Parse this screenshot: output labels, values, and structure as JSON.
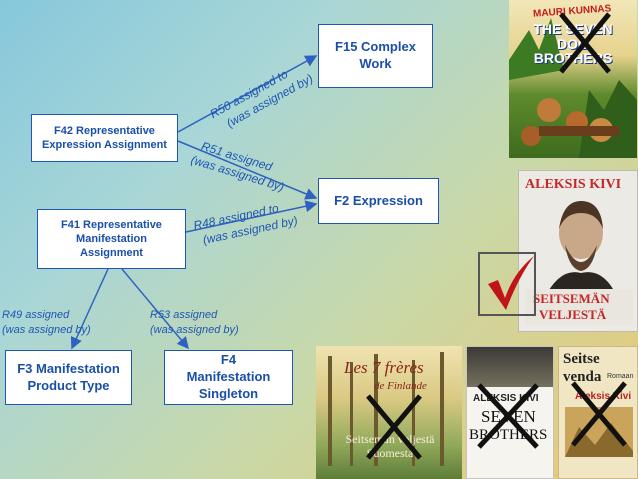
{
  "nodes": {
    "f15": "F15 Complex Work",
    "f42": "F42 Representative Expression Assignment",
    "f2": "F2 Expression",
    "f41": "F41 Representative Manifestation Assignment",
    "f3": "F3 Manifestation Product Type",
    "f4": "F4 Manifestation Singleton"
  },
  "relations": {
    "r50_line1": "R50 assigned to",
    "r50_line2": "(was assigned by)",
    "r51_line1": "R51 assigned",
    "r51_line2": "(was assigned by)",
    "r48_line1": "R48 assigned to",
    "r48_line2": "(was assigned by)",
    "r49_line1": "R49 assigned",
    "r49_line2": "(was assigned by)",
    "r53_line1": "R53 assigned",
    "r53_line2": "(was assigned by)"
  },
  "book_covers": {
    "seven_dog_brothers": {
      "author": "MAURI KUNNAS",
      "title": "THE SEVEN DOG BROTHERS",
      "marked": "cross"
    },
    "kivi_finnish": {
      "author": "ALEKSIS KIVI",
      "title_line1": "SEITSEMÄN",
      "title_line2": "VELJESTÄ",
      "marked": "check"
    },
    "les_freres": {
      "title_line1": "Les 7 frères",
      "title_line2": "de Finlande",
      "subtitle": "Seitsemän veljestä Suomesta",
      "marked": "cross"
    },
    "kivi_english": {
      "author": "ALEKSIS KIVI",
      "title_line1": "SEVEN",
      "title_line2": "BROTHERS",
      "marked": "cross"
    },
    "seitse_venda": {
      "title_line1": "Seitse",
      "title_line2": "venda",
      "note": "Romaan",
      "author": "Aleksis Kivi",
      "marked": "cross"
    }
  },
  "colors": {
    "box_text": "#1a4fa8",
    "line": "#2e62c0",
    "check": "#c0141a"
  }
}
